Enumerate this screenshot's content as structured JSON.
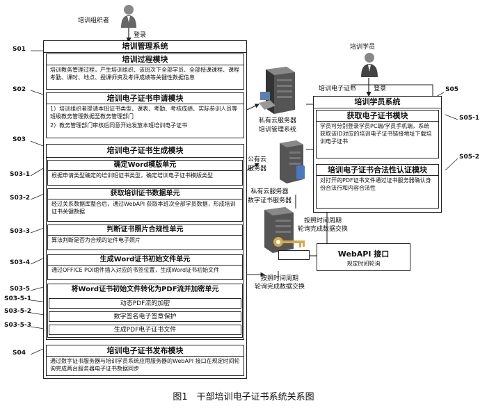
{
  "actors": {
    "trainer": "培训组织者",
    "student": "培训学员",
    "login": "登录"
  },
  "steps": {
    "s01": "S01",
    "s02": "S02",
    "s03": "S03",
    "s03_1": "S03-1",
    "s03_2": "S03-2",
    "s03_3": "S03-3",
    "s03_4": "S03-4",
    "s03_5": "S03-5",
    "s03_5_1": "S03-5-1",
    "s03_5_2": "S03-5-2",
    "s03_5_3": "S03-5-3",
    "s04": "S04",
    "s05": "S05",
    "s05_1": "S05-1",
    "s05_2": "S05-2"
  },
  "mgmt": {
    "title": "培训管理系统",
    "process": {
      "title": "培训过程模块",
      "desc": "培训教务管理过程，产生培训组织、该班次下全部学员、全部授课课程、课程考勤、课时、地点、授课师资及考评成绩等关键性数据信息"
    },
    "apply": {
      "title": "培训电子证书申请模块",
      "item1": "1）培训组织者提请本班证书类型、课表、考勤、考核成绩、实际参训人员等班级教务管理数据至教务管理部门",
      "item2": "2）教务管理部门审核后同意开始发放本班培训电子证书"
    },
    "gen": {
      "title": "培训电子证书生成模块",
      "u1_title": "确定Word模版单元",
      "u1_desc": "根据申请类型确定的培训班证书类型，确定培训电子证书模版类型",
      "u2_title": "获取培训证书数据单元",
      "u2_desc": "经过关系数据库整合后，通过WebAPI 获取本班次全部学员数据，形成培训证书关键数据",
      "u3_title": "判断证书照片合规性单元",
      "u3_desc": "算法判断是否为合规的证件电子照片",
      "u4_title": "生成Word证书初始文件单元",
      "u4_desc": "通过OFFICE POI组件插入对应的书签位置，生成Word证书初始文件",
      "u5_title": "将Word证书初始文件转化为PDF流并加密单元",
      "u5_a": "动态PDF流的加密",
      "u5_b": "数字签名电子签章保护",
      "u5_c": "生成PDF电子证书文件"
    },
    "publish": {
      "title": "培训电子证书发布模块",
      "desc": "通过数字证书服务器与培训学员系统应用服务器的WebAPI 接口在规定时间轮询完成两台服务器电子证书数据同步"
    }
  },
  "student_sys": {
    "cert_label": "培训电子证书",
    "title": "培训学员系统",
    "get": {
      "title": "获取电子证书模块",
      "desc": "学员可分别登录学员PC端/学员手机端，系统获取该ID对应的培训电子证书链接地址下载培训电子证书"
    },
    "verify": {
      "title": "培训电子证书合法性认证模块",
      "desc": "对打开的PDF证书文件通过证书服务器确认身份合法行和内容合法性"
    }
  },
  "servers": {
    "private_mgmt": "私有云服务器\n培训管理系统",
    "public": "公有云\n服务器",
    "private_cert": "私有云服务器\n数字证书服务器"
  },
  "webapi": {
    "title": "WebAPI 接口",
    "sub": "规定时间轮询",
    "sync_top": "按照时间周期\n轮询完成数据交换",
    "sync_bottom": "按照时间周期\n轮询完成数据交换"
  },
  "caption": "图1　干部培训电子证书系统关系图"
}
